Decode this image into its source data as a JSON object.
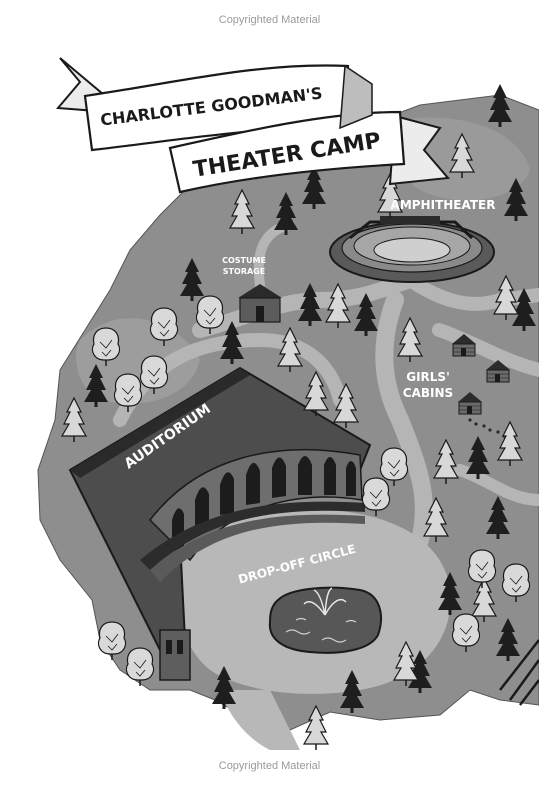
{
  "copyright_top": "Copyrighted Material",
  "copyright_bottom": "Copyrighted Material",
  "banner": {
    "line1": "CHARLOTTE GOODMAN'S",
    "line2": "THEATER CAMP"
  },
  "labels": {
    "amphitheater": "AMPHITHEATER",
    "costume_storage_1": "COSTUME",
    "costume_storage_2": "STORAGE",
    "girls_cabins_1": "GIRLS'",
    "girls_cabins_2": "CABINS",
    "auditorium": "AUDITORIUM",
    "dropoff": "DROP-OFF CIRCLE"
  },
  "colors": {
    "ground": "#8e8e8e",
    "path": "#b4b4b4",
    "tree_dark": "#1e1e1e",
    "tree_light": "#d6d6d6",
    "building": "#4a4a4a",
    "ink": "#1a1a1a"
  }
}
